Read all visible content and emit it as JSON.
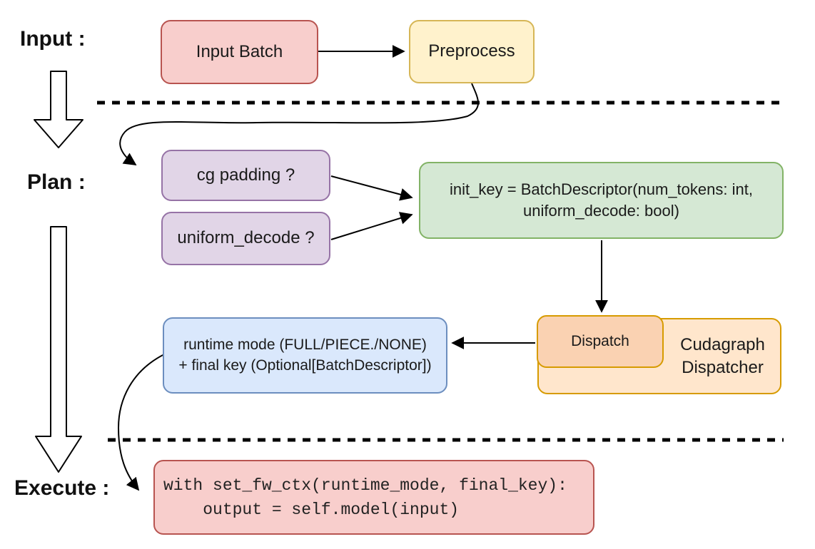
{
  "diagram": {
    "stages": {
      "input_label": "Input :",
      "plan_label": "Plan :",
      "execute_label": "Execute :"
    },
    "nodes": {
      "input_batch": {
        "label": "Input Batch"
      },
      "preprocess": {
        "label": "Preprocess"
      },
      "cg_padding": {
        "label": "cg padding ?"
      },
      "uniform_decode": {
        "label": "uniform_decode ?"
      },
      "init_key": {
        "line1": "init_key = BatchDescriptor(num_tokens: int,",
        "line2": "uniform_decode: bool)"
      },
      "dispatch": {
        "label": "Dispatch"
      },
      "cudagraph_dispatcher": {
        "line1": "Cudagraph",
        "line2": "Dispatcher"
      },
      "runtime_mode": {
        "line1": "runtime mode (FULL/PIECE./NONE)",
        "line2": "+ final key (Optional[BatchDescriptor])"
      },
      "execute_code": {
        "line1": "with set_fw_ctx(runtime_mode, final_key):",
        "line2": "    output = self.model(input)"
      }
    },
    "palette": {
      "red_fill": "#f8cecc",
      "red_stroke": "#b85450",
      "yellow_fill": "#fff2cc",
      "yellow_stroke": "#d6b656",
      "purple_fill": "#e1d5e7",
      "purple_stroke": "#9673a6",
      "green_fill": "#d5e8d4",
      "green_stroke": "#82b366",
      "blue_fill": "#dae8fc",
      "blue_stroke": "#6c8ebf",
      "orange_outer_fill": "#ffe6cc",
      "orange_inner_fill": "#fad2b2",
      "orange_stroke": "#d79b00",
      "connector": "#000000"
    }
  }
}
